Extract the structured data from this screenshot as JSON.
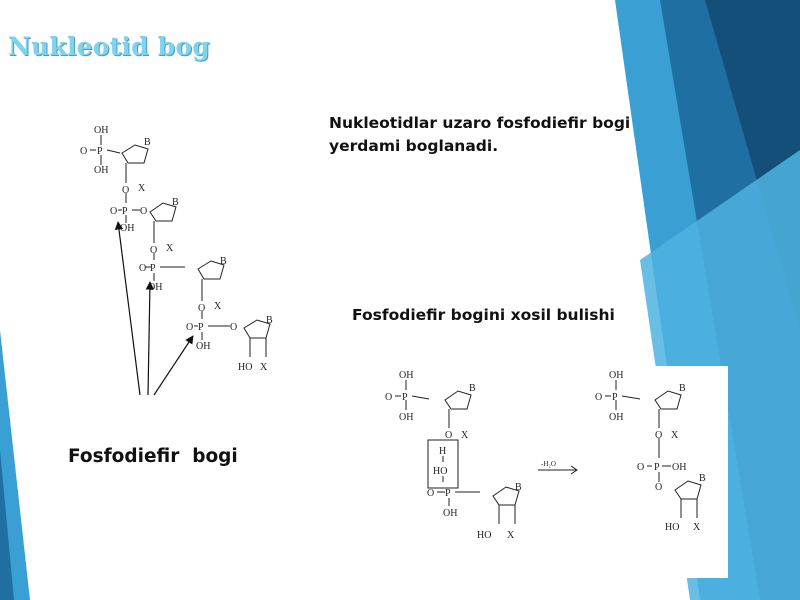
{
  "slide": {
    "title": "Nukleotid bog",
    "description": "Nukleotidlar  uzaro  fosfodiefir bogi\nyerdami boglanadi.",
    "subtitle": "Fosfodiefir bogini xosil bulishi",
    "bond_label": "Fosfodiefir  bogi"
  },
  "chain_figure": {
    "labels": {
      "oh": "OH",
      "o": "O",
      "p": "P",
      "b": "B",
      "x": "X",
      "ho": "HO",
      "h": "H"
    }
  },
  "reaction_figure": {
    "arrow_label": "-H₂O"
  },
  "colors": {
    "title": "#7fd3ec",
    "accent_dark": "#1f6fa3",
    "accent_light": "#4fb3e0"
  }
}
